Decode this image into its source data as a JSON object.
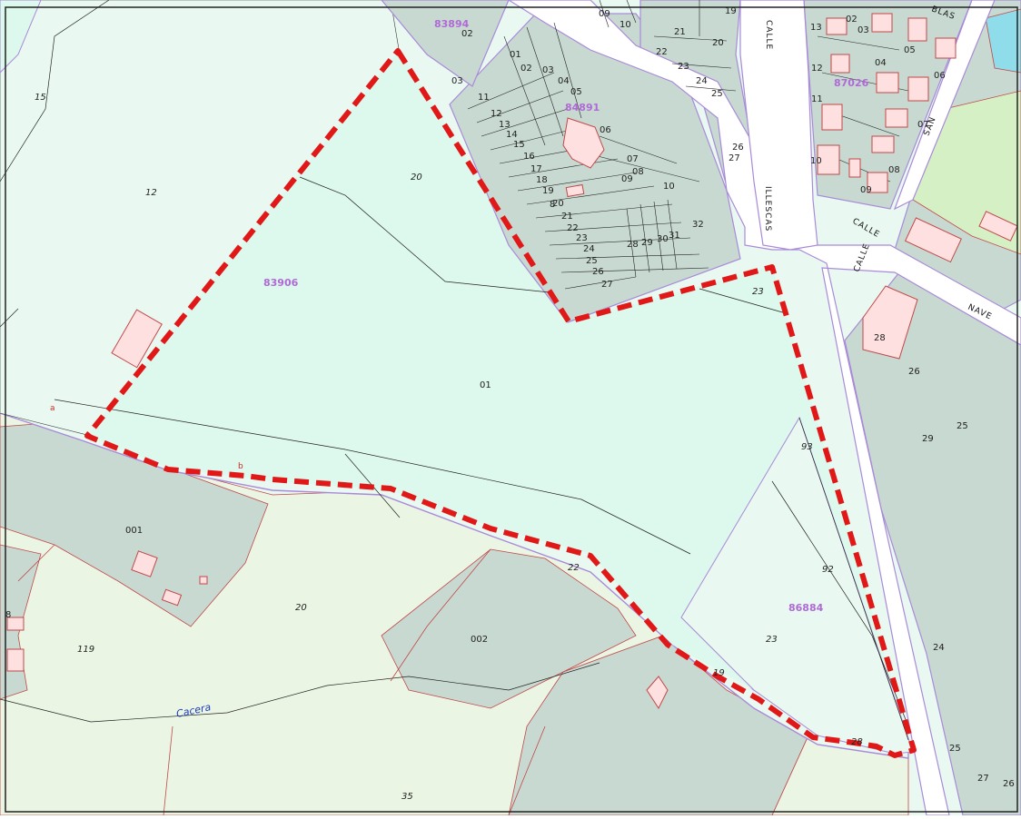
{
  "map": {
    "colors": {
      "rustic_light": "#e9f9f1",
      "rustic_mint": "#ddf8ec",
      "urban_grey": "#c7d9d1",
      "pale_green": "#eaf5e4",
      "field_green": "#d6f0c6",
      "street": "#ffffff",
      "building_fill": "#ffe0e0",
      "building_stroke": "#c24848",
      "purple_border": "#a98ad8",
      "boundary_dash": "#e01818",
      "water_blue": "#8fdcea",
      "block_label": "#b06ad6"
    },
    "block_labels": [
      {
        "id": "83906",
        "text": "83906"
      },
      {
        "id": "84891",
        "text": "84891"
      },
      {
        "id": "83894",
        "text": "83894"
      },
      {
        "id": "87026",
        "text": "87026"
      },
      {
        "id": "86884",
        "text": "86884"
      }
    ],
    "street_labels": [
      {
        "id": "calle-north",
        "text": "CALLE"
      },
      {
        "id": "illescas",
        "text": "ILLESCAS"
      },
      {
        "id": "calle-east-1",
        "text": "CALLE"
      },
      {
        "id": "calle-east-2",
        "text": "CALLE"
      },
      {
        "id": "nave",
        "text": "NAVE"
      },
      {
        "id": "san",
        "text": "SAN"
      },
      {
        "id": "blas",
        "text": "BLAS"
      }
    ],
    "water_label": "Cacera",
    "red_labels": [
      "a",
      "b"
    ],
    "parcel_labels": [
      "15",
      "12",
      "20",
      "01",
      "001",
      "20",
      "119",
      "002",
      "35",
      "22",
      "19",
      "23",
      "92",
      "93",
      "23",
      "28",
      "24",
      "25",
      "26",
      "27",
      "25",
      "26",
      "29",
      "28",
      "32",
      "01",
      "02",
      "03",
      "04",
      "05",
      "06",
      "07",
      "08",
      "09",
      "10",
      "11",
      "12",
      "13",
      "14",
      "15",
      "16",
      "17",
      "18",
      "19",
      "20",
      "21",
      "22",
      "23",
      "24",
      "25",
      "26",
      "27",
      "28",
      "29",
      "30",
      "31",
      "02",
      "09",
      "10",
      "19",
      "21",
      "20",
      "22",
      "23",
      "24",
      "25",
      "26",
      "27",
      "13",
      "12",
      "11",
      "10",
      "02",
      "03",
      "04",
      "05",
      "06",
      "07",
      "08",
      "09",
      "03",
      "8",
      "8"
    ]
  }
}
